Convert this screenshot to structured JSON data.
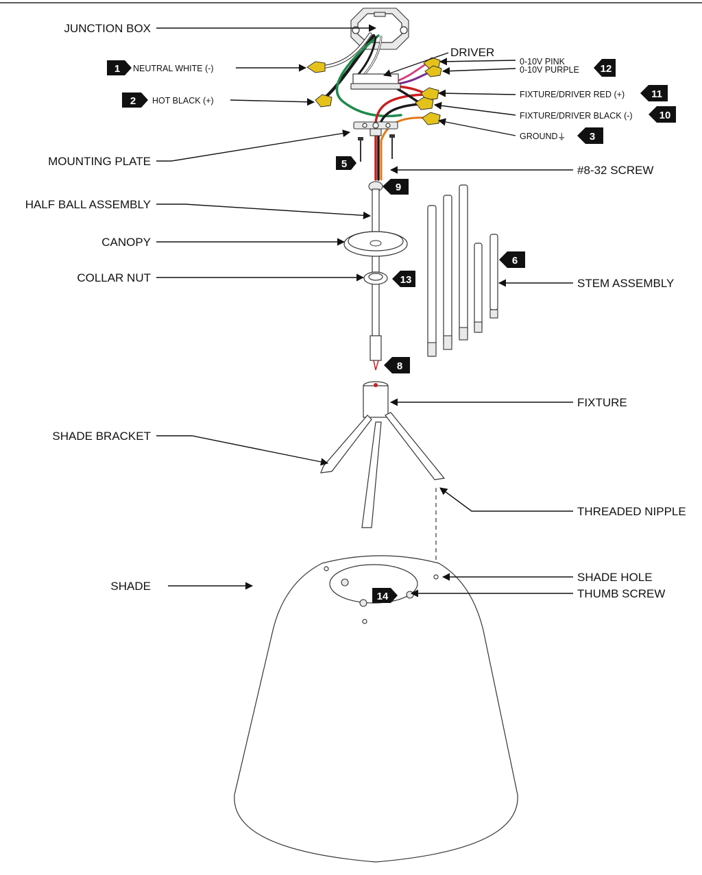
{
  "labels": {
    "junction_box": "JUNCTION BOX",
    "neutral_white": "NEUTRAL WHITE (-)",
    "hot_black": "HOT BLACK (+)",
    "driver": "DRIVER",
    "pink": "0-10V PINK",
    "purple": "0-10V PURPLE",
    "fixture_driver_red": "FIXTURE/DRIVER RED (+)",
    "fixture_driver_black": "FIXTURE/DRIVER BLACK (-)",
    "ground": "GROUND",
    "mounting_plate": "MOUNTING PLATE",
    "screw": "#8-32 SCREW",
    "half_ball_assembly": "HALF BALL ASSEMBLY",
    "canopy": "CANOPY",
    "collar_nut": "COLLAR NUT",
    "stem_assembly": "STEM ASSEMBLY",
    "fixture": "FIXTURE",
    "shade_bracket": "SHADE BRACKET",
    "threaded_nipple": "THREADED NIPPLE",
    "shade_hole": "SHADE HOLE",
    "thumb_screw": "THUMB SCREW",
    "shade": "SHADE"
  },
  "tags": {
    "neutral": "1",
    "hot": "2",
    "ground": "3",
    "screw_left": "5",
    "stem": "6",
    "fixture_wire": "8",
    "half_ball": "9",
    "black": "10",
    "red": "11",
    "dimming": "12",
    "collar": "13",
    "thumb": "14"
  },
  "icons": {
    "ground_symbol": "⏚"
  },
  "colors": {
    "wire_green": "#1f8a4c",
    "wire_red": "#c8201e",
    "wire_orange": "#e07a16",
    "wire_pink": "#d6417f",
    "wire_purple": "#7a2a8c",
    "wire_black": "#1a1a1a",
    "connector_yellow": "#e4c21a"
  }
}
